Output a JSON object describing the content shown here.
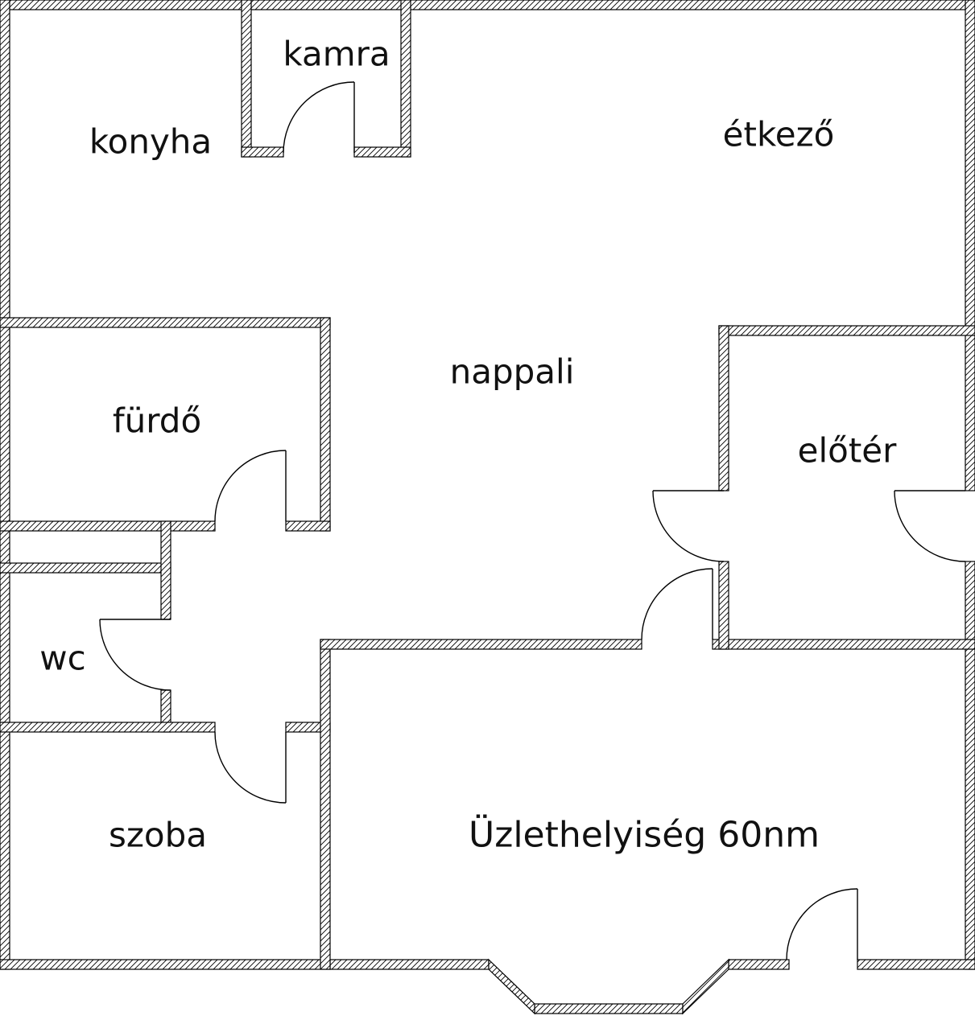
{
  "title": "floor-plan",
  "rooms": {
    "kamra": {
      "label": "kamra"
    },
    "konyha": {
      "label": "konyha"
    },
    "etkezo": {
      "label": "étkező"
    },
    "nappali": {
      "label": "nappali"
    },
    "furdo": {
      "label": "fürdő"
    },
    "eloter": {
      "label": "előtér"
    },
    "wc": {
      "label": "wc"
    },
    "szoba": {
      "label": "szoba"
    },
    "uzlethelyiseg": {
      "label": "Üzlethelyiség 60nm"
    }
  },
  "colors": {
    "background": "#ffffff",
    "wall_outline": "#000000",
    "label_text": "#111111"
  }
}
